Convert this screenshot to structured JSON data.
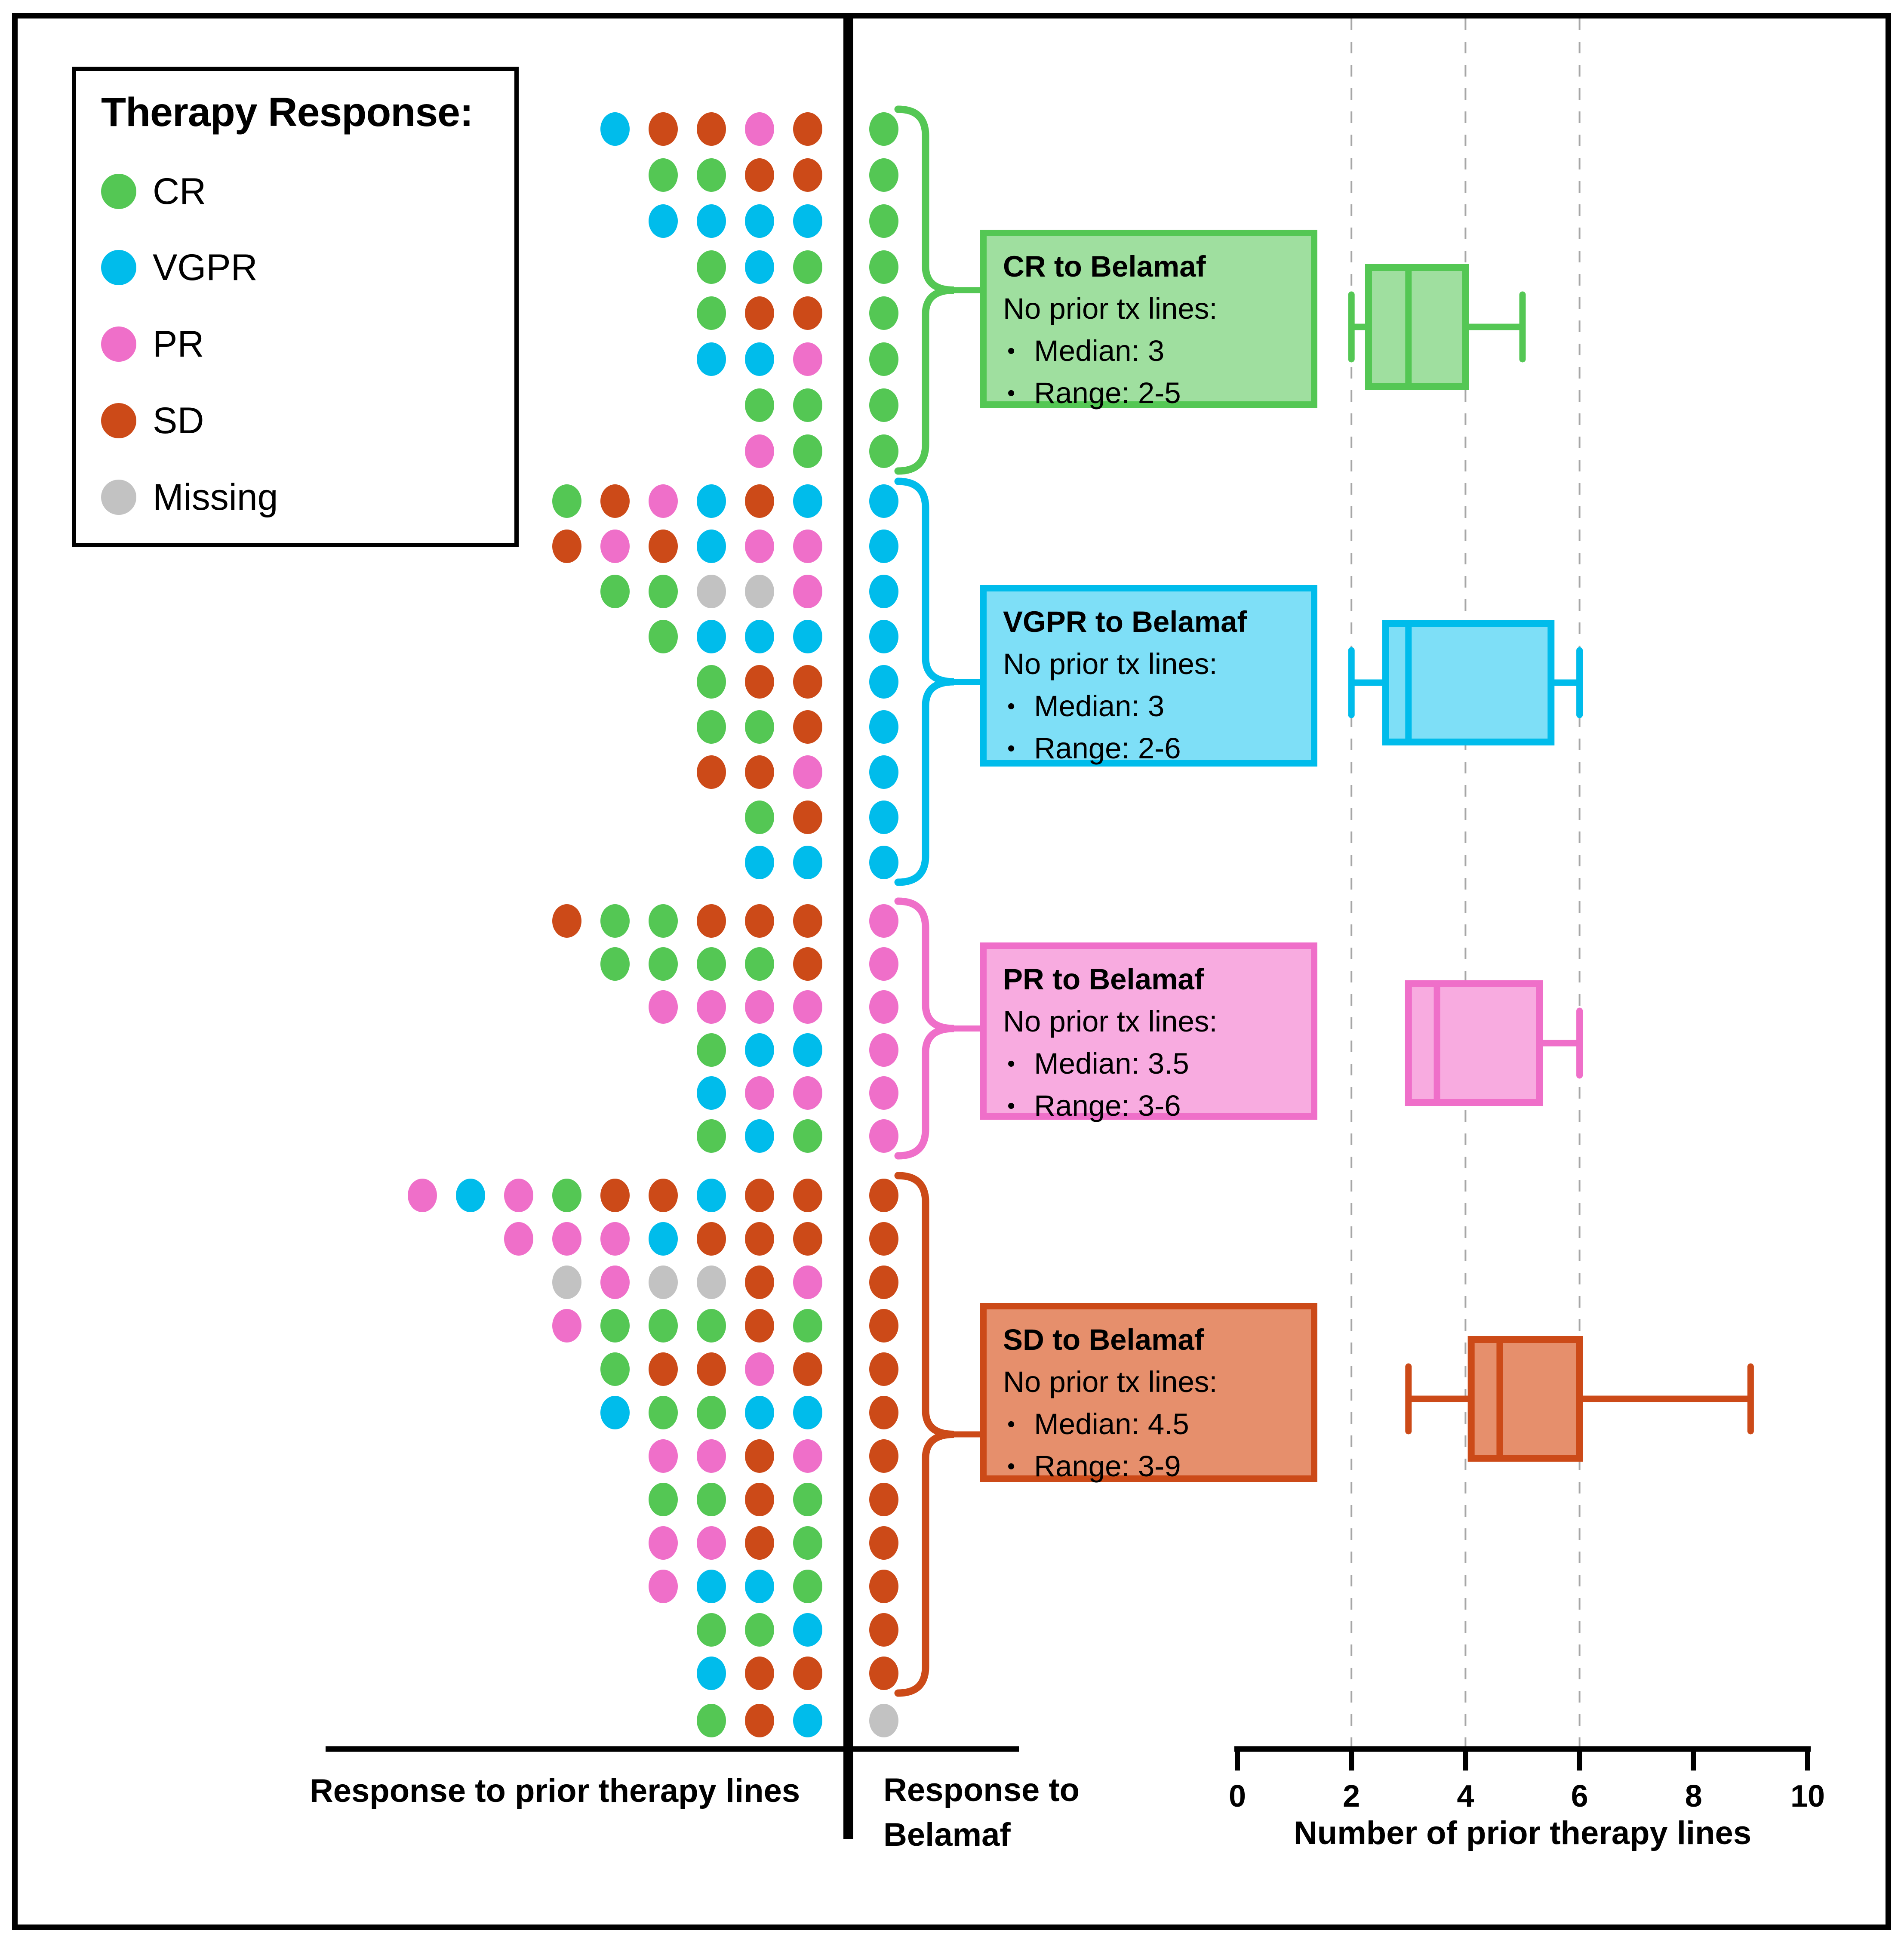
{
  "legend": {
    "title": "Therapy Response:",
    "items": [
      {
        "label": "CR",
        "key": "CR"
      },
      {
        "label": "VGPR",
        "key": "VGPR"
      },
      {
        "label": "PR",
        "key": "PR"
      },
      {
        "label": "SD",
        "key": "SD"
      },
      {
        "label": "Missing",
        "key": "Missing"
      }
    ]
  },
  "colors": {
    "CR": "#54C754",
    "VGPR": "#00BCEB",
    "PR": "#EF6FC9",
    "SD": "#CC4A18",
    "Missing": "#C2C2C2"
  },
  "tints": {
    "CR": "#9FDF9F",
    "VGPR": "#7EDFF7",
    "PR": "#F8ABE0",
    "SD": "#E68F6C"
  },
  "gridline_color": "#A6A6A6",
  "bullet_glyph": "•",
  "bottom_labels": {
    "left": "Response to prior therapy lines",
    "right_line1": "Response to",
    "right_line2": "Belamaf"
  },
  "groups": [
    {
      "key": "CR",
      "title": "CR to Belamaf",
      "subtitle": "No prior tx lines:",
      "median_label": "Median: 3",
      "range_label": "Range: 2-5"
    },
    {
      "key": "VGPR",
      "title": "VGPR to Belamaf",
      "subtitle": "No prior tx lines:",
      "median_label": "Median: 3",
      "range_label": "Range: 2-6"
    },
    {
      "key": "PR",
      "title": "PR to Belamaf",
      "subtitle": "No prior tx lines:",
      "median_label": "Median: 3.5",
      "range_label": "Range: 3-6"
    },
    {
      "key": "SD",
      "title": "SD to Belamaf",
      "subtitle": "No prior tx lines:",
      "median_label": "Median: 4.5",
      "range_label": "Range: 3-9"
    }
  ],
  "chart_data": {
    "type": "scatter",
    "description": "Dot matrix of per-patient responses to prior therapy lines (rows, right-aligned) vs response to Belamaf (single column right of divider), grouped by Belamaf response, with horizontal box plots of number of prior therapy lines per group.",
    "x_axis": {
      "label": "Number of prior therapy lines",
      "range": [
        0,
        10
      ],
      "ticks": [
        0,
        2,
        4,
        6,
        8,
        10
      ],
      "gridlines_at": [
        2,
        4,
        6
      ],
      "grid": "dashed"
    },
    "sections": [
      {
        "belamaf_response": "CR",
        "rows": [
          [
            "VGPR",
            "SD",
            "SD",
            "PR",
            "SD"
          ],
          [
            "CR",
            "CR",
            "SD",
            "SD"
          ],
          [
            "VGPR",
            "VGPR",
            "VGPR",
            "VGPR"
          ],
          [
            "CR",
            "VGPR",
            "CR"
          ],
          [
            "CR",
            "SD",
            "SD"
          ],
          [
            "VGPR",
            "VGPR",
            "PR"
          ],
          [
            "CR",
            "CR"
          ],
          [
            "PR",
            "CR"
          ]
        ]
      },
      {
        "belamaf_response": "VGPR",
        "rows": [
          [
            "CR",
            "SD",
            "PR",
            "VGPR",
            "SD",
            "VGPR"
          ],
          [
            "SD",
            "PR",
            "SD",
            "VGPR",
            "PR",
            "PR"
          ],
          [
            "CR",
            "CR",
            "Missing",
            "Missing",
            "PR"
          ],
          [
            "CR",
            "VGPR",
            "VGPR",
            "VGPR"
          ],
          [
            "CR",
            "SD",
            "SD"
          ],
          [
            "CR",
            "CR",
            "SD"
          ],
          [
            "SD",
            "SD",
            "PR"
          ],
          [
            "CR",
            "SD"
          ],
          [
            "VGPR",
            "VGPR"
          ]
        ]
      },
      {
        "belamaf_response": "PR",
        "rows": [
          [
            "SD",
            "CR",
            "CR",
            "SD",
            "SD",
            "SD"
          ],
          [
            "CR",
            "CR",
            "CR",
            "CR",
            "SD"
          ],
          [
            "PR",
            "PR",
            "PR",
            "PR"
          ],
          [
            "CR",
            "VGPR",
            "VGPR"
          ],
          [
            "VGPR",
            "PR",
            "PR"
          ],
          [
            "CR",
            "VGPR",
            "CR"
          ]
        ]
      },
      {
        "belamaf_response": "SD",
        "rows": [
          [
            "PR",
            "VGPR",
            "PR",
            "CR",
            "SD",
            "SD",
            "VGPR",
            "SD",
            "SD"
          ],
          [
            "PR",
            "PR",
            "PR",
            "VGPR",
            "SD",
            "SD",
            "SD"
          ],
          [
            "Missing",
            "PR",
            "Missing",
            "Missing",
            "SD",
            "PR"
          ],
          [
            "PR",
            "CR",
            "CR",
            "CR",
            "SD",
            "CR"
          ],
          [
            "CR",
            "SD",
            "SD",
            "PR",
            "SD"
          ],
          [
            "VGPR",
            "CR",
            "CR",
            "VGPR",
            "VGPR"
          ],
          [
            "PR",
            "PR",
            "SD",
            "PR"
          ],
          [
            "CR",
            "CR",
            "SD",
            "CR"
          ],
          [
            "PR",
            "PR",
            "SD",
            "CR"
          ],
          [
            "PR",
            "VGPR",
            "VGPR",
            "CR"
          ],
          [
            "CR",
            "CR",
            "VGPR"
          ],
          [
            "VGPR",
            "SD",
            "SD"
          ]
        ]
      },
      {
        "belamaf_response": "Missing",
        "rows": [
          [
            "CR",
            "SD",
            "VGPR"
          ]
        ]
      }
    ],
    "box_plots": [
      {
        "key": "CR",
        "min": 2,
        "q1": 2.3,
        "median": 3,
        "q3": 4,
        "max": 5
      },
      {
        "key": "VGPR",
        "min": 2,
        "q1": 2.6,
        "median": 3,
        "q3": 5.5,
        "max": 6
      },
      {
        "key": "PR",
        "min": 3,
        "q1": 3,
        "median": 3.5,
        "q3": 5.3,
        "max": 6
      },
      {
        "key": "SD",
        "min": 3,
        "q1": 4.1,
        "median": 4.6,
        "q3": 6,
        "max": 9
      }
    ]
  }
}
